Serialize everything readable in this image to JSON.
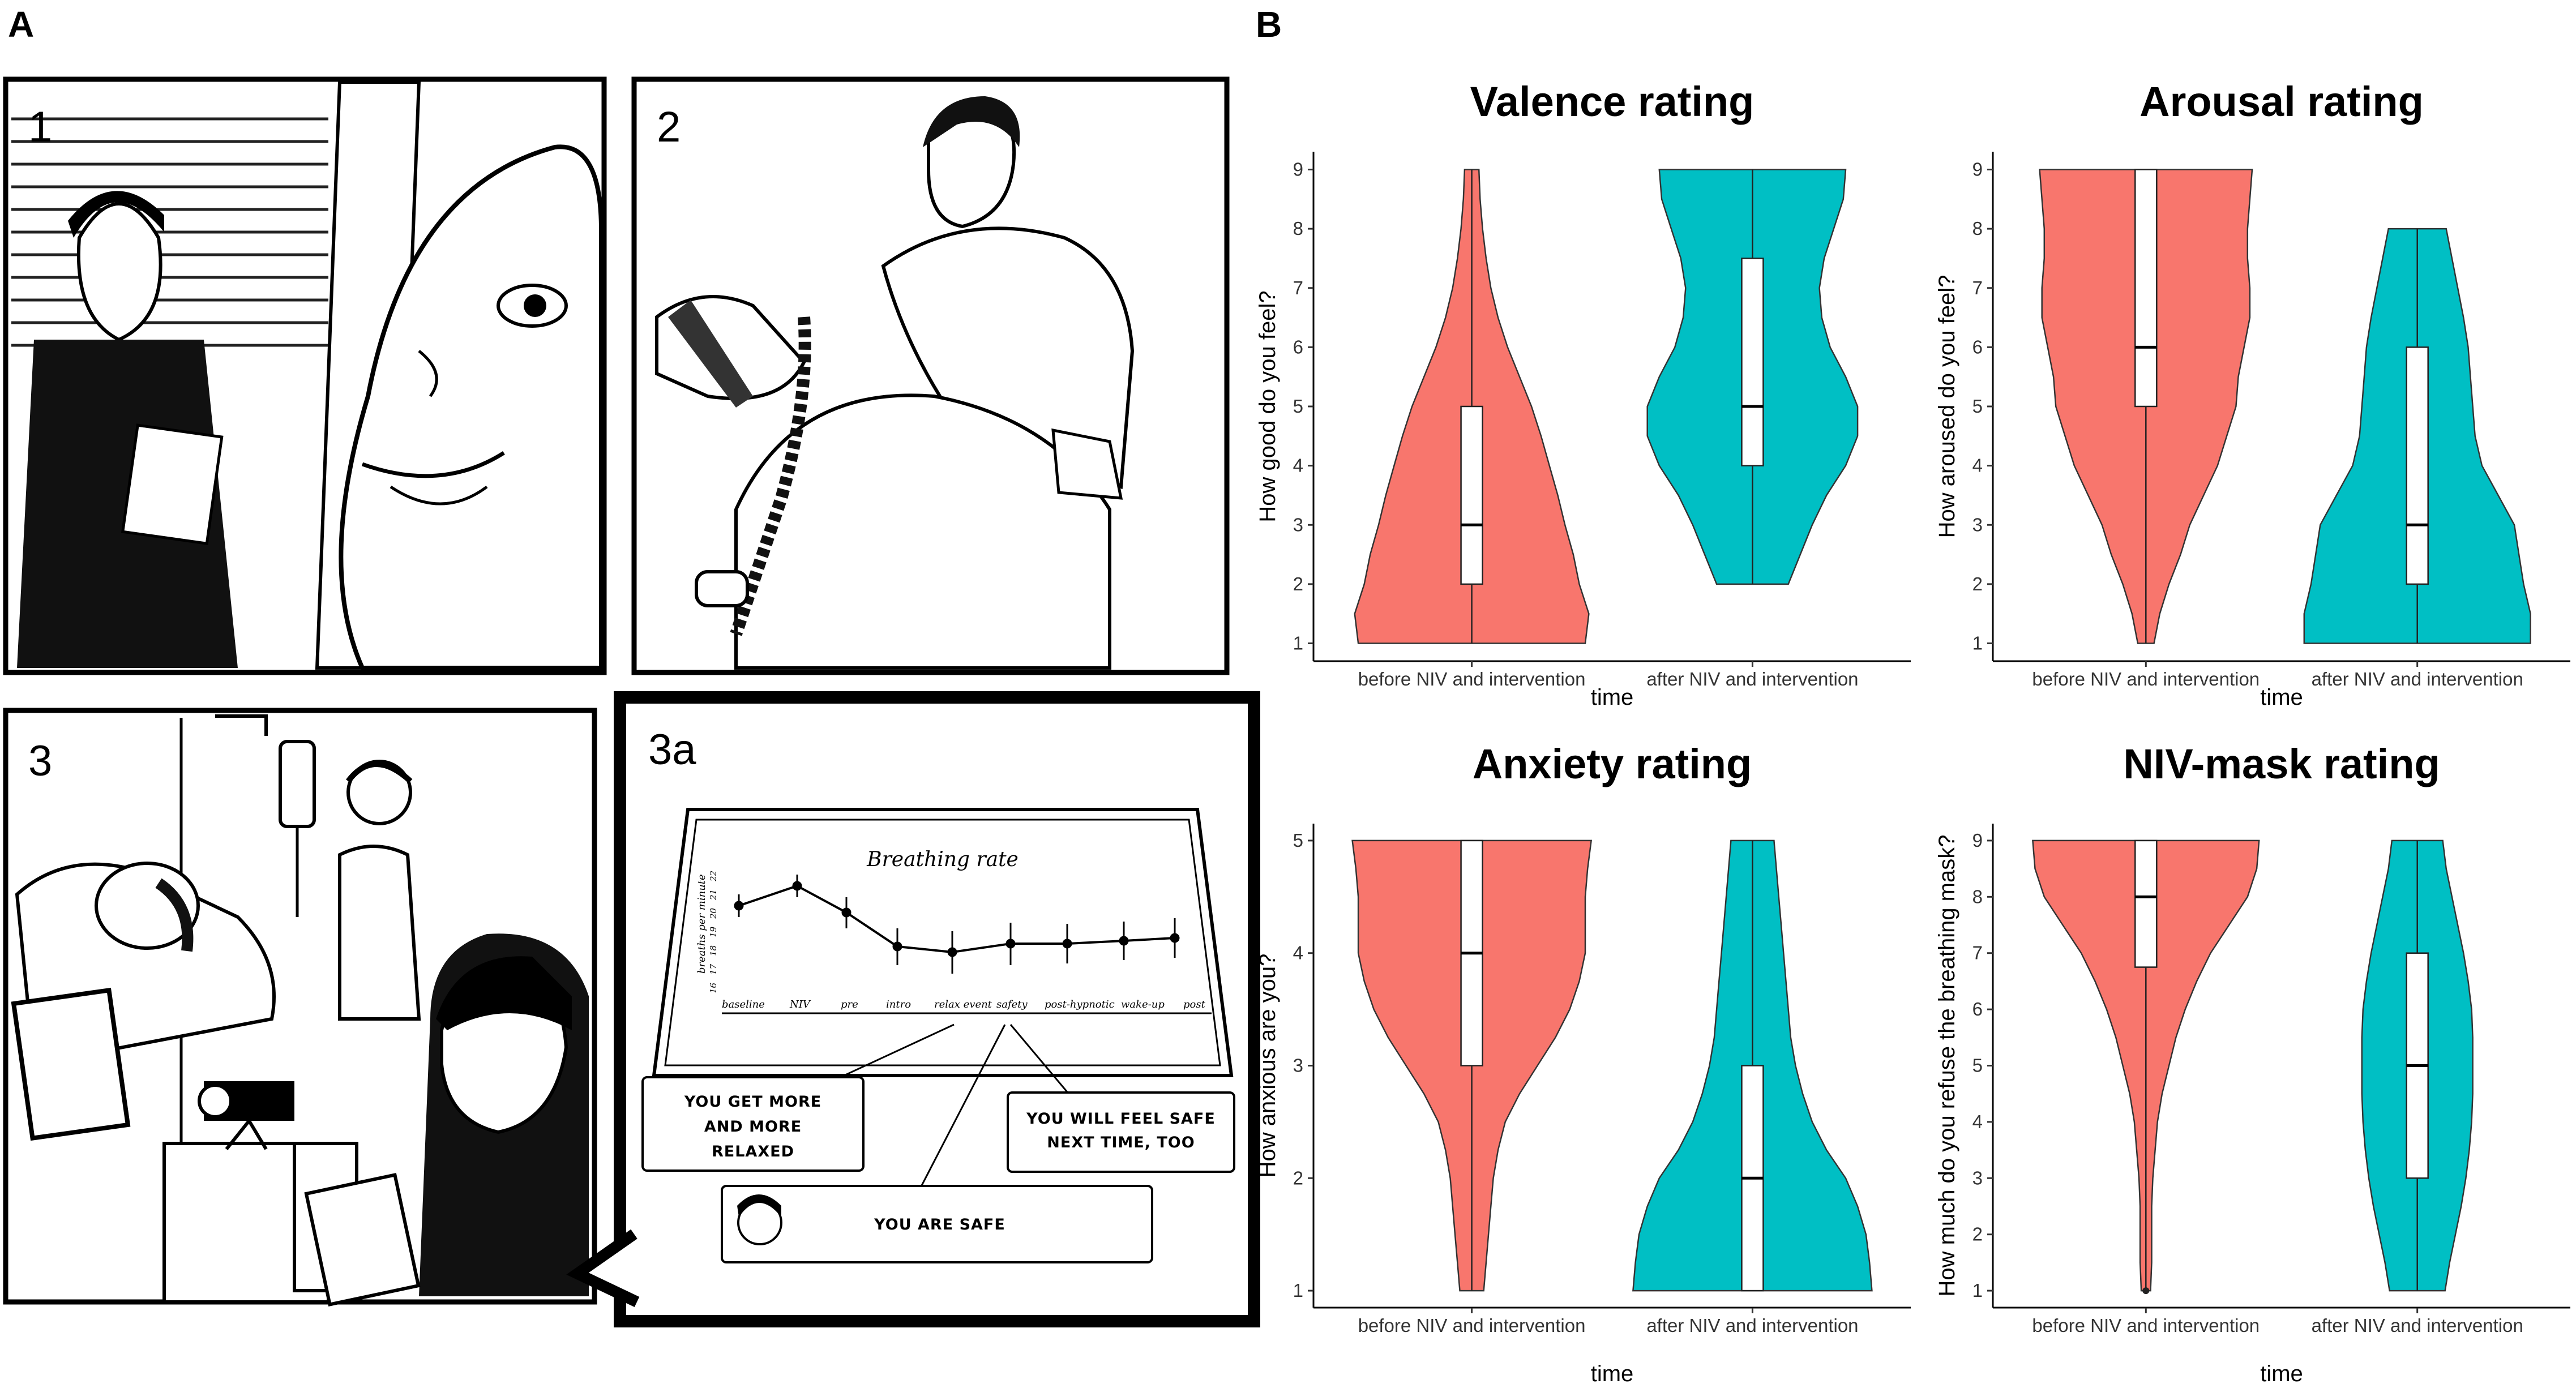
{
  "panels": {
    "a_label": "A",
    "b_label": "B"
  },
  "comic": {
    "frames": [
      "1",
      "2",
      "3",
      "3a"
    ],
    "chart_title": "Breathing rate",
    "chart_ylabel": "breaths per minute",
    "chart_yticks": [
      "16",
      "17",
      "18",
      "19",
      "20",
      "21",
      "22"
    ],
    "chart_xticks": [
      "baseline",
      "NIV",
      "pre",
      "intro",
      "relax event",
      "safety",
      "post-hypnotic",
      "wake-up",
      "post"
    ],
    "bubbles": [
      "YOU GET MORE AND MORE RELAXED",
      "YOU WILL FEEL SAFE NEXT TIME, TOO",
      "YOU ARE SAFE"
    ]
  },
  "colors": {
    "before": "#F8766D",
    "after": "#00BFC4"
  },
  "chart_data": [
    {
      "type": "violin",
      "title": "Valence rating",
      "xlabel": "time",
      "ylabel": "How good do you feel?",
      "categories": [
        "before NIV and intervention",
        "after NIV and intervention"
      ],
      "ylim": [
        1,
        9
      ],
      "yticks": [
        1,
        2,
        3,
        4,
        5,
        6,
        7,
        8,
        9
      ],
      "grid": false,
      "series": [
        {
          "range": [
            1,
            9
          ],
          "box": {
            "q1": 2,
            "median": 3,
            "q3": 5
          },
          "density": [
            [
              1,
              0.95
            ],
            [
              1.5,
              0.98
            ],
            [
              2,
              0.9
            ],
            [
              2.5,
              0.85
            ],
            [
              3,
              0.78
            ],
            [
              3.5,
              0.72
            ],
            [
              4,
              0.65
            ],
            [
              4.5,
              0.58
            ],
            [
              5,
              0.5
            ],
            [
              5.5,
              0.4
            ],
            [
              6,
              0.3
            ],
            [
              6.5,
              0.22
            ],
            [
              7,
              0.16
            ],
            [
              7.5,
              0.12
            ],
            [
              8,
              0.09
            ],
            [
              8.5,
              0.07
            ],
            [
              9,
              0.06
            ]
          ]
        },
        {
          "range": [
            2,
            9
          ],
          "box": {
            "q1": 4,
            "median": 5,
            "q3": 7.5
          },
          "density": [
            [
              2,
              0.3
            ],
            [
              2.5,
              0.4
            ],
            [
              3,
              0.5
            ],
            [
              3.5,
              0.62
            ],
            [
              4,
              0.78
            ],
            [
              4.5,
              0.88
            ],
            [
              5,
              0.88
            ],
            [
              5.5,
              0.78
            ],
            [
              6,
              0.65
            ],
            [
              6.5,
              0.58
            ],
            [
              7,
              0.56
            ],
            [
              7.5,
              0.6
            ],
            [
              8,
              0.68
            ],
            [
              8.5,
              0.76
            ],
            [
              9,
              0.78
            ]
          ]
        }
      ]
    },
    {
      "type": "violin",
      "title": "Arousal rating",
      "xlabel": "time",
      "ylabel": "How aroused do you feel?",
      "categories": [
        "before NIV and intervention",
        "after NIV and intervention"
      ],
      "ylim": [
        1,
        9
      ],
      "yticks": [
        1,
        2,
        3,
        4,
        5,
        6,
        7,
        8,
        9
      ],
      "grid": false,
      "series": [
        {
          "range": [
            1,
            9
          ],
          "box": {
            "q1": 5,
            "median": 6,
            "q3": 9
          },
          "density": [
            [
              1,
              0.07
            ],
            [
              1.5,
              0.12
            ],
            [
              2,
              0.2
            ],
            [
              2.5,
              0.3
            ],
            [
              3,
              0.38
            ],
            [
              3.5,
              0.5
            ],
            [
              4,
              0.62
            ],
            [
              4.5,
              0.7
            ],
            [
              5,
              0.78
            ],
            [
              5.5,
              0.8
            ],
            [
              6,
              0.85
            ],
            [
              6.5,
              0.9
            ],
            [
              7,
              0.9
            ],
            [
              7.5,
              0.88
            ],
            [
              8,
              0.88
            ],
            [
              8.5,
              0.9
            ],
            [
              9,
              0.92
            ]
          ]
        },
        {
          "range": [
            1,
            8
          ],
          "box": {
            "q1": 2,
            "median": 3,
            "q3": 6
          },
          "density": [
            [
              1,
              0.98
            ],
            [
              1.5,
              0.98
            ],
            [
              2,
              0.92
            ],
            [
              2.5,
              0.88
            ],
            [
              3,
              0.84
            ],
            [
              3.5,
              0.7
            ],
            [
              4,
              0.56
            ],
            [
              4.5,
              0.5
            ],
            [
              5,
              0.48
            ],
            [
              5.5,
              0.46
            ],
            [
              6,
              0.44
            ],
            [
              6.5,
              0.4
            ],
            [
              7,
              0.35
            ],
            [
              7.5,
              0.3
            ],
            [
              8,
              0.25
            ]
          ]
        }
      ]
    },
    {
      "type": "violin",
      "title": "Anxiety rating",
      "xlabel": "time",
      "ylabel": "How anxious are you?",
      "categories": [
        "before NIV and intervention",
        "after NIV and intervention"
      ],
      "ylim": [
        1,
        5
      ],
      "yticks": [
        1,
        2,
        3,
        4,
        5
      ],
      "grid": false,
      "series": [
        {
          "range": [
            1,
            5
          ],
          "box": {
            "q1": 3,
            "median": 4,
            "q3": 5
          },
          "density": [
            [
              1,
              0.1
            ],
            [
              1.25,
              0.12
            ],
            [
              1.5,
              0.14
            ],
            [
              1.75,
              0.16
            ],
            [
              2,
              0.18
            ],
            [
              2.25,
              0.22
            ],
            [
              2.5,
              0.28
            ],
            [
              2.75,
              0.4
            ],
            [
              3,
              0.55
            ],
            [
              3.25,
              0.7
            ],
            [
              3.5,
              0.82
            ],
            [
              3.75,
              0.9
            ],
            [
              4,
              0.95
            ],
            [
              4.25,
              0.95
            ],
            [
              4.5,
              0.95
            ],
            [
              4.75,
              0.97
            ],
            [
              5,
              1.0
            ]
          ]
        },
        {
          "range": [
            1,
            5
          ],
          "box": {
            "q1": 1,
            "median": 2,
            "q3": 3
          },
          "density": [
            [
              1,
              1.0
            ],
            [
              1.25,
              0.98
            ],
            [
              1.5,
              0.95
            ],
            [
              1.75,
              0.88
            ],
            [
              2,
              0.78
            ],
            [
              2.25,
              0.62
            ],
            [
              2.5,
              0.5
            ],
            [
              2.75,
              0.42
            ],
            [
              3,
              0.36
            ],
            [
              3.25,
              0.32
            ],
            [
              3.5,
              0.3
            ],
            [
              3.75,
              0.28
            ],
            [
              4,
              0.26
            ],
            [
              4.25,
              0.24
            ],
            [
              4.5,
              0.22
            ],
            [
              4.75,
              0.2
            ],
            [
              5,
              0.18
            ]
          ]
        }
      ]
    },
    {
      "type": "violin",
      "title": "NIV-mask rating",
      "xlabel": "time",
      "ylabel": "How much do you refuse the breathing mask?",
      "categories": [
        "before NIV and intervention",
        "after NIV and intervention"
      ],
      "ylim": [
        1,
        9
      ],
      "yticks": [
        1,
        2,
        3,
        4,
        5,
        6,
        7,
        8,
        9
      ],
      "grid": false,
      "outliers": [
        [
          0,
          1
        ]
      ],
      "series": [
        {
          "range": [
            1,
            9
          ],
          "box": {
            "q1": 6.75,
            "median": 8,
            "q3": 9
          },
          "density": [
            [
              1,
              0.04
            ],
            [
              1.5,
              0.05
            ],
            [
              2,
              0.05
            ],
            [
              2.5,
              0.05
            ],
            [
              3,
              0.06
            ],
            [
              3.5,
              0.08
            ],
            [
              4,
              0.1
            ],
            [
              4.5,
              0.14
            ],
            [
              5,
              0.2
            ],
            [
              5.5,
              0.26
            ],
            [
              6,
              0.34
            ],
            [
              6.5,
              0.44
            ],
            [
              7,
              0.56
            ],
            [
              7.5,
              0.72
            ],
            [
              8,
              0.88
            ],
            [
              8.5,
              0.96
            ],
            [
              9,
              0.98
            ]
          ]
        },
        {
          "range": [
            1,
            9
          ],
          "box": {
            "q1": 3,
            "median": 5,
            "q3": 7
          },
          "density": [
            [
              1,
              0.24
            ],
            [
              1.5,
              0.28
            ],
            [
              2,
              0.33
            ],
            [
              2.5,
              0.38
            ],
            [
              3,
              0.42
            ],
            [
              3.5,
              0.45
            ],
            [
              4,
              0.47
            ],
            [
              4.5,
              0.48
            ],
            [
              5,
              0.48
            ],
            [
              5.5,
              0.48
            ],
            [
              6,
              0.47
            ],
            [
              6.5,
              0.44
            ],
            [
              7,
              0.4
            ],
            [
              7.5,
              0.35
            ],
            [
              8,
              0.3
            ],
            [
              8.5,
              0.25
            ],
            [
              9,
              0.22
            ]
          ]
        }
      ]
    }
  ]
}
